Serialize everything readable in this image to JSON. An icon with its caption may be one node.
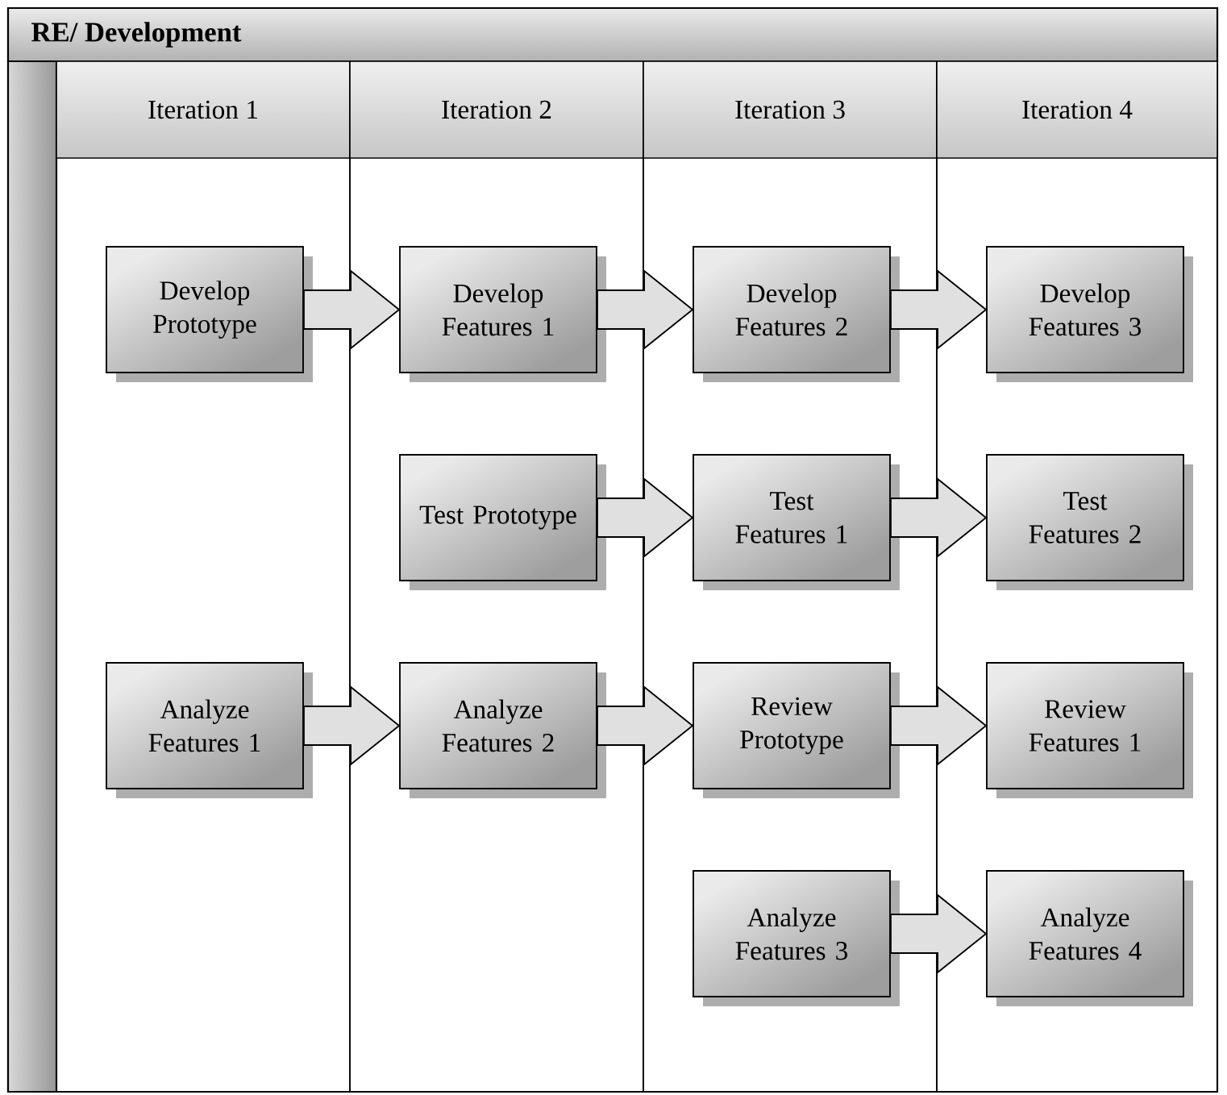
{
  "diagram": {
    "nodes": [
      {
        "text": [
          "RE/ Development"
        ]
      },
      {
        "text": [
          "Iteration 1"
        ],
        "in": 0
      },
      {
        "text": [
          "Iteration 2"
        ],
        "in": 0
      },
      {
        "text": [
          "Iteration 3"
        ],
        "in": 0
      },
      {
        "text": [
          "Iteration 4"
        ],
        "in": 0
      },
      {
        "text": [
          "Develop Prototype"
        ],
        "in": 1
      },
      {
        "text": [
          "Develop Features 1"
        ],
        "in": 2
      },
      {
        "text": [
          "Develop Features 2"
        ],
        "in": 3
      },
      {
        "text": [
          "Develop Features 3"
        ],
        "in": 4
      },
      {
        "text": [
          "Test Prototype"
        ],
        "in": 2
      },
      {
        "text": [
          "Test Features 1"
        ],
        "in": 3
      },
      {
        "text": [
          "Test Features 2"
        ],
        "in": 4
      },
      {
        "text": [
          "Analyze Features 1"
        ],
        "in": 1
      },
      {
        "text": [
          "Analyze Features 2"
        ],
        "in": 2
      },
      {
        "text": [
          "Review Prototype"
        ],
        "in": 3
      },
      {
        "text": [
          "Review Features 1"
        ],
        "in": 4
      },
      {
        "text": [
          "Analyze Features 3"
        ],
        "in": 3
      },
      {
        "text": [
          "Analyze Features 4"
        ],
        "in": 4
      }
    ],
    "edges": [
      {
        "from": 5,
        "to": 6,
        "arrow": "to"
      },
      {
        "from": 6,
        "to": 7,
        "arrow": "to"
      },
      {
        "from": 7,
        "to": 8,
        "arrow": "to"
      },
      {
        "from": 9,
        "to": 10,
        "arrow": "to"
      },
      {
        "from": 10,
        "to": 11,
        "arrow": "to"
      },
      {
        "from": 12,
        "to": 13,
        "arrow": "to"
      },
      {
        "from": 13,
        "to": 14,
        "arrow": "to"
      },
      {
        "from": 14,
        "to": 15,
        "arrow": "to"
      },
      {
        "from": 16,
        "to": 17,
        "arrow": "to"
      }
    ]
  }
}
